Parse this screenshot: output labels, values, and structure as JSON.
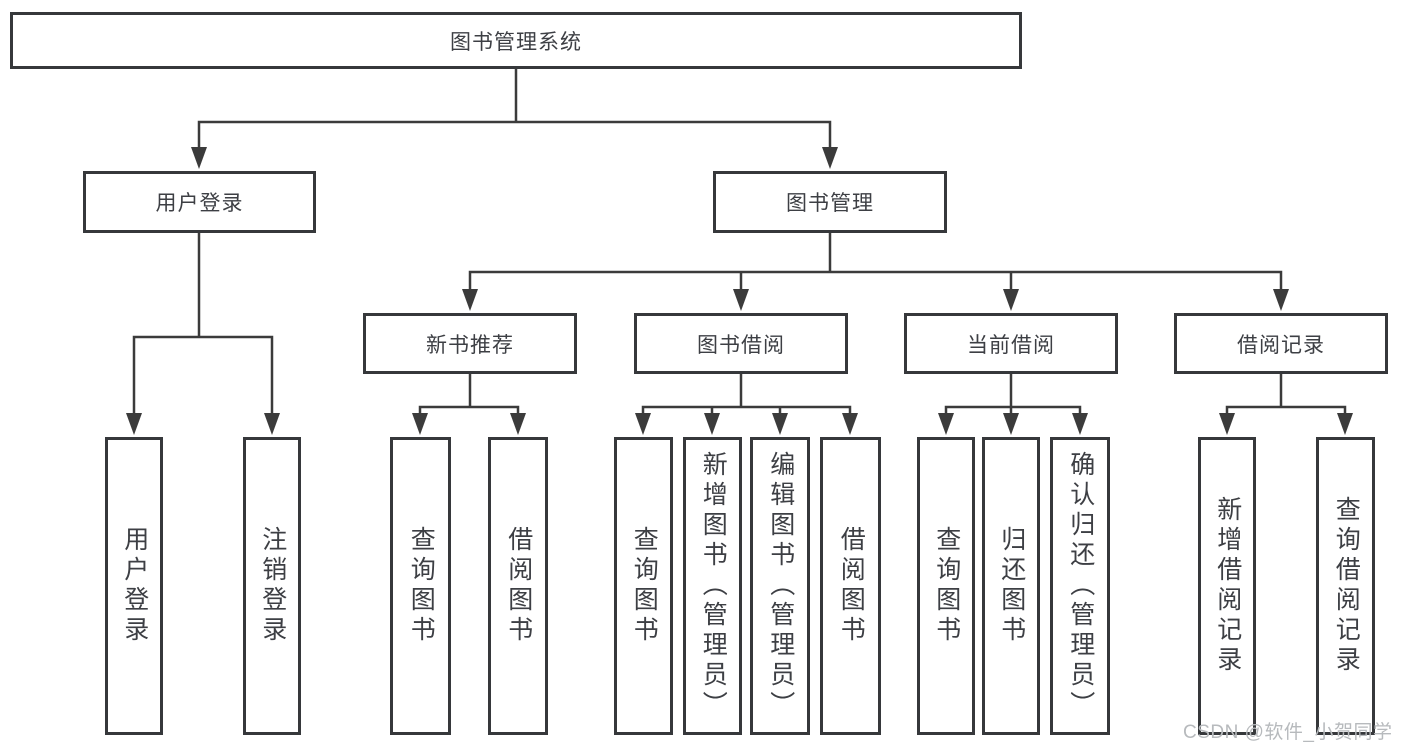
{
  "diagram_type": "hierarchy",
  "tree": {
    "label": "图书管理系统",
    "children": [
      {
        "label": "用户登录",
        "children": [
          {
            "label": "用户登录"
          },
          {
            "label": "注销登录"
          }
        ]
      },
      {
        "label": "图书管理",
        "children": [
          {
            "label": "新书推荐",
            "children": [
              {
                "label": "查询图书"
              },
              {
                "label": "借阅图书"
              }
            ]
          },
          {
            "label": "图书借阅",
            "children": [
              {
                "label": "查询图书"
              },
              {
                "label": "新增图书（管理员）"
              },
              {
                "label": "编辑图书（管理员）"
              },
              {
                "label": "借阅图书"
              }
            ]
          },
          {
            "label": "当前借阅",
            "children": [
              {
                "label": "查询图书"
              },
              {
                "label": "归还图书"
              },
              {
                "label": "确认归还（管理员）"
              }
            ]
          },
          {
            "label": "借阅记录",
            "children": [
              {
                "label": "新增借阅记录"
              },
              {
                "label": "查询借阅记录"
              }
            ]
          }
        ]
      }
    ]
  },
  "watermark": {
    "text": "CSDN @软件_小贺同学"
  },
  "colors": {
    "background": "#ffffff",
    "box_border": "#36383b",
    "line": "#3b3b3b",
    "text": "#3d3f44",
    "watermark": "#b7babd"
  }
}
